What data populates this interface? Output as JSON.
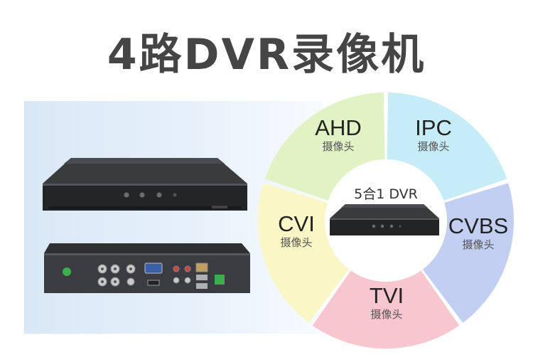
{
  "title": "4路DVR录像机",
  "center_label": "5合1 DVR",
  "segments": [
    {
      "name": "AHD",
      "sub": "摄像头",
      "color": "#e1f3c4"
    },
    {
      "name": "IPC",
      "sub": "摄像头",
      "color": "#c5ecf7"
    },
    {
      "name": "CVBS",
      "sub": "摄像头",
      "color": "#c2cff3"
    },
    {
      "name": "TVI",
      "sub": "摄像头",
      "color": "#f7c6cf"
    },
    {
      "name": "CVI",
      "sub": "摄像头",
      "color": "#fbf6c6"
    }
  ]
}
